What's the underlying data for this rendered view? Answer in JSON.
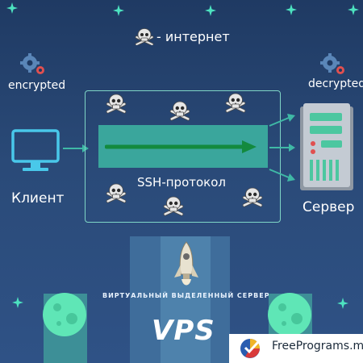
{
  "legend": {
    "icon": "skull-crossbones-icon",
    "text": "- интернет"
  },
  "client": {
    "state": "encrypted",
    "label": "Клиент"
  },
  "server": {
    "state": "decrypted",
    "label": "Сервер"
  },
  "tunnel": {
    "label": "SSH-протокол"
  },
  "vps": {
    "subtitle": "ВИРТУАЛЬНЫЙ ВЫДЕЛЕННЫЙ СЕРВЕР",
    "title": "VPS"
  },
  "watermark": {
    "text": "FreePrograms.me"
  },
  "colors": {
    "background": "#243f6b",
    "accent": "#3aa69c",
    "arrow": "#138a3e",
    "outline": "#7fd6c6",
    "sparkle": "#4de3c0",
    "moon": "#5fe6b6"
  }
}
